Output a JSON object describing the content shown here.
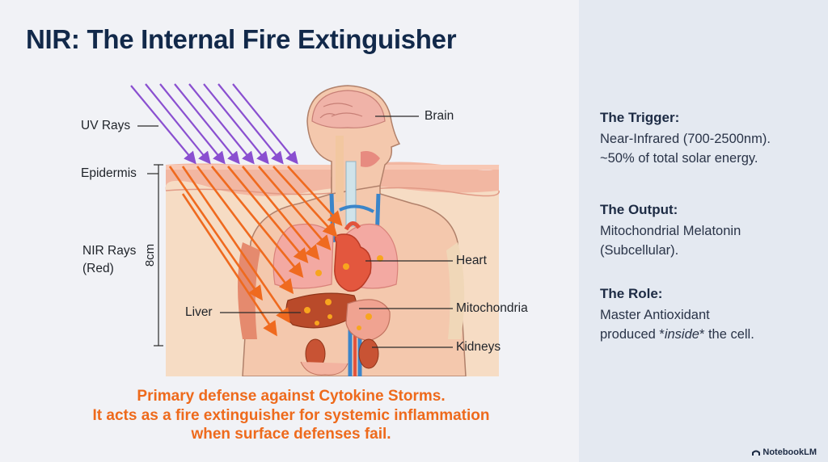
{
  "title": "NIR: The Internal Fire Extinguisher",
  "labels": {
    "uv": "UV Rays",
    "epidermis": "Epidermis",
    "nir1": "NIR Rays",
    "nir2": "(Red)",
    "depth": "8cm",
    "liver": "Liver",
    "brain": "Brain",
    "heart": "Heart",
    "mito": "Mitochondria",
    "kidneys": "Kidneys"
  },
  "caption": [
    "Primary defense against Cytokine Storms.",
    "It acts as a fire extinguisher for systemic inflammation",
    "when surface defenses fail."
  ],
  "sections": [
    {
      "heading": "The Trigger:",
      "lines": [
        "Near-Infrared (700-2500nm).",
        "~50% of total solar energy."
      ]
    },
    {
      "heading": "The Output:",
      "lines": [
        "Mitochondrial Melatonin",
        "(Subcellular)."
      ]
    },
    {
      "heading": "The Role:",
      "lines": [
        "Master Antioxidant"
      ],
      "last_prefix": "produced *",
      "last_em": "inside",
      "last_suffix": "* the cell."
    }
  ],
  "brand": "NotebookLM",
  "colors": {
    "title": "#12294a",
    "uv": "#8a4fd0",
    "nir": "#ef6a1f",
    "caption": "#ee6a1c"
  }
}
